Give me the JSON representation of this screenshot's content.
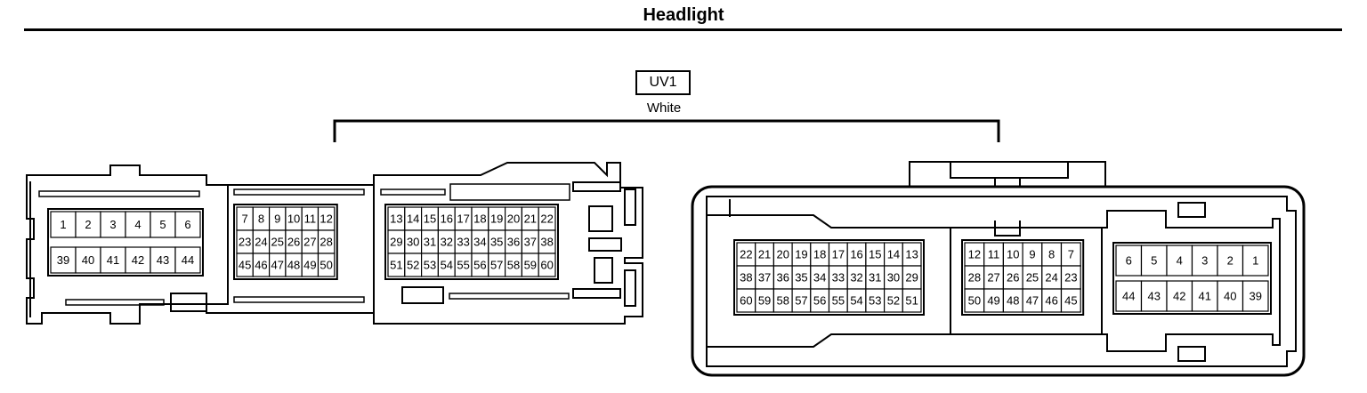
{
  "title": "Headlight",
  "connector": {
    "code": "UV1",
    "color": "White"
  },
  "left_connector": {
    "groups": [
      {
        "rows": [
          [
            "1",
            "2",
            "3",
            "4",
            "5",
            "6"
          ],
          [
            "39",
            "40",
            "41",
            "42",
            "43",
            "44"
          ]
        ]
      },
      {
        "rows": [
          [
            "7",
            "8",
            "9",
            "10",
            "11",
            "12"
          ],
          [
            "23",
            "24",
            "25",
            "26",
            "27",
            "28"
          ],
          [
            "45",
            "46",
            "47",
            "48",
            "49",
            "50"
          ]
        ]
      },
      {
        "rows": [
          [
            "13",
            "14",
            "15",
            "16",
            "17",
            "18",
            "19",
            "20",
            "21",
            "22"
          ],
          [
            "29",
            "30",
            "31",
            "32",
            "33",
            "34",
            "35",
            "36",
            "37",
            "38"
          ],
          [
            "51",
            "52",
            "53",
            "54",
            "55",
            "56",
            "57",
            "58",
            "59",
            "60"
          ]
        ]
      }
    ]
  },
  "right_connector": {
    "groups": [
      {
        "rows": [
          [
            "22",
            "21",
            "20",
            "19",
            "18",
            "17",
            "16",
            "15",
            "14",
            "13"
          ],
          [
            "38",
            "37",
            "36",
            "35",
            "34",
            "33",
            "32",
            "31",
            "30",
            "29"
          ],
          [
            "60",
            "59",
            "58",
            "57",
            "56",
            "55",
            "54",
            "53",
            "52",
            "51"
          ]
        ]
      },
      {
        "rows": [
          [
            "12",
            "11",
            "10",
            "9",
            "8",
            "7"
          ],
          [
            "28",
            "27",
            "26",
            "25",
            "24",
            "23"
          ],
          [
            "50",
            "49",
            "48",
            "47",
            "46",
            "45"
          ]
        ]
      },
      {
        "rows": [
          [
            "6",
            "5",
            "4",
            "3",
            "2",
            "1"
          ],
          [
            "44",
            "43",
            "42",
            "41",
            "40",
            "39"
          ]
        ]
      }
    ]
  }
}
